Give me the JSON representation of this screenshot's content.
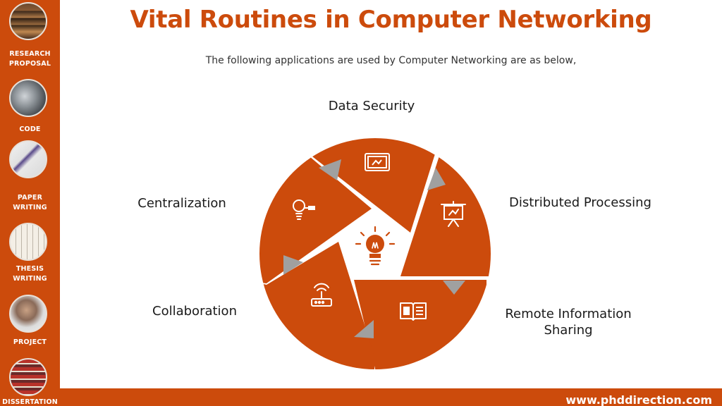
{
  "title": "Vital Routines in Computer Networking",
  "subtitle": "The following applications are used by Computer Networking are as below,",
  "footer_url": "www.phddirection.com",
  "sidebar": {
    "items": [
      {
        "label": "RESEARCH PROPOSAL",
        "icon": "bookshelf-photo"
      },
      {
        "label": "CODE",
        "icon": "laptop-photo"
      },
      {
        "label": "PAPER WRITING",
        "icon": "pen-writing-photo"
      },
      {
        "label": "THESIS WRITING",
        "icon": "thesis-letters-photo"
      },
      {
        "label": "PROJECT",
        "icon": "person-desk-photo"
      },
      {
        "label": "DISSERTATION",
        "icon": "book-stack-photo"
      }
    ]
  },
  "segments": [
    {
      "label": "Data Security",
      "icon": "tablet-icon"
    },
    {
      "label": "Distributed Processing",
      "icon": "presentation-board-icon"
    },
    {
      "label": "Remote Information Sharing",
      "icon": "open-book-icon"
    },
    {
      "label": "Collaboration",
      "icon": "router-icon"
    },
    {
      "label": "Centralization",
      "icon": "lightbulb-idea-icon"
    }
  ],
  "center_icon": "lightbulb-icon",
  "colors": {
    "accent": "#cc4b0c",
    "arrow": "#a0a0a0",
    "text": "#1a1a1a"
  }
}
